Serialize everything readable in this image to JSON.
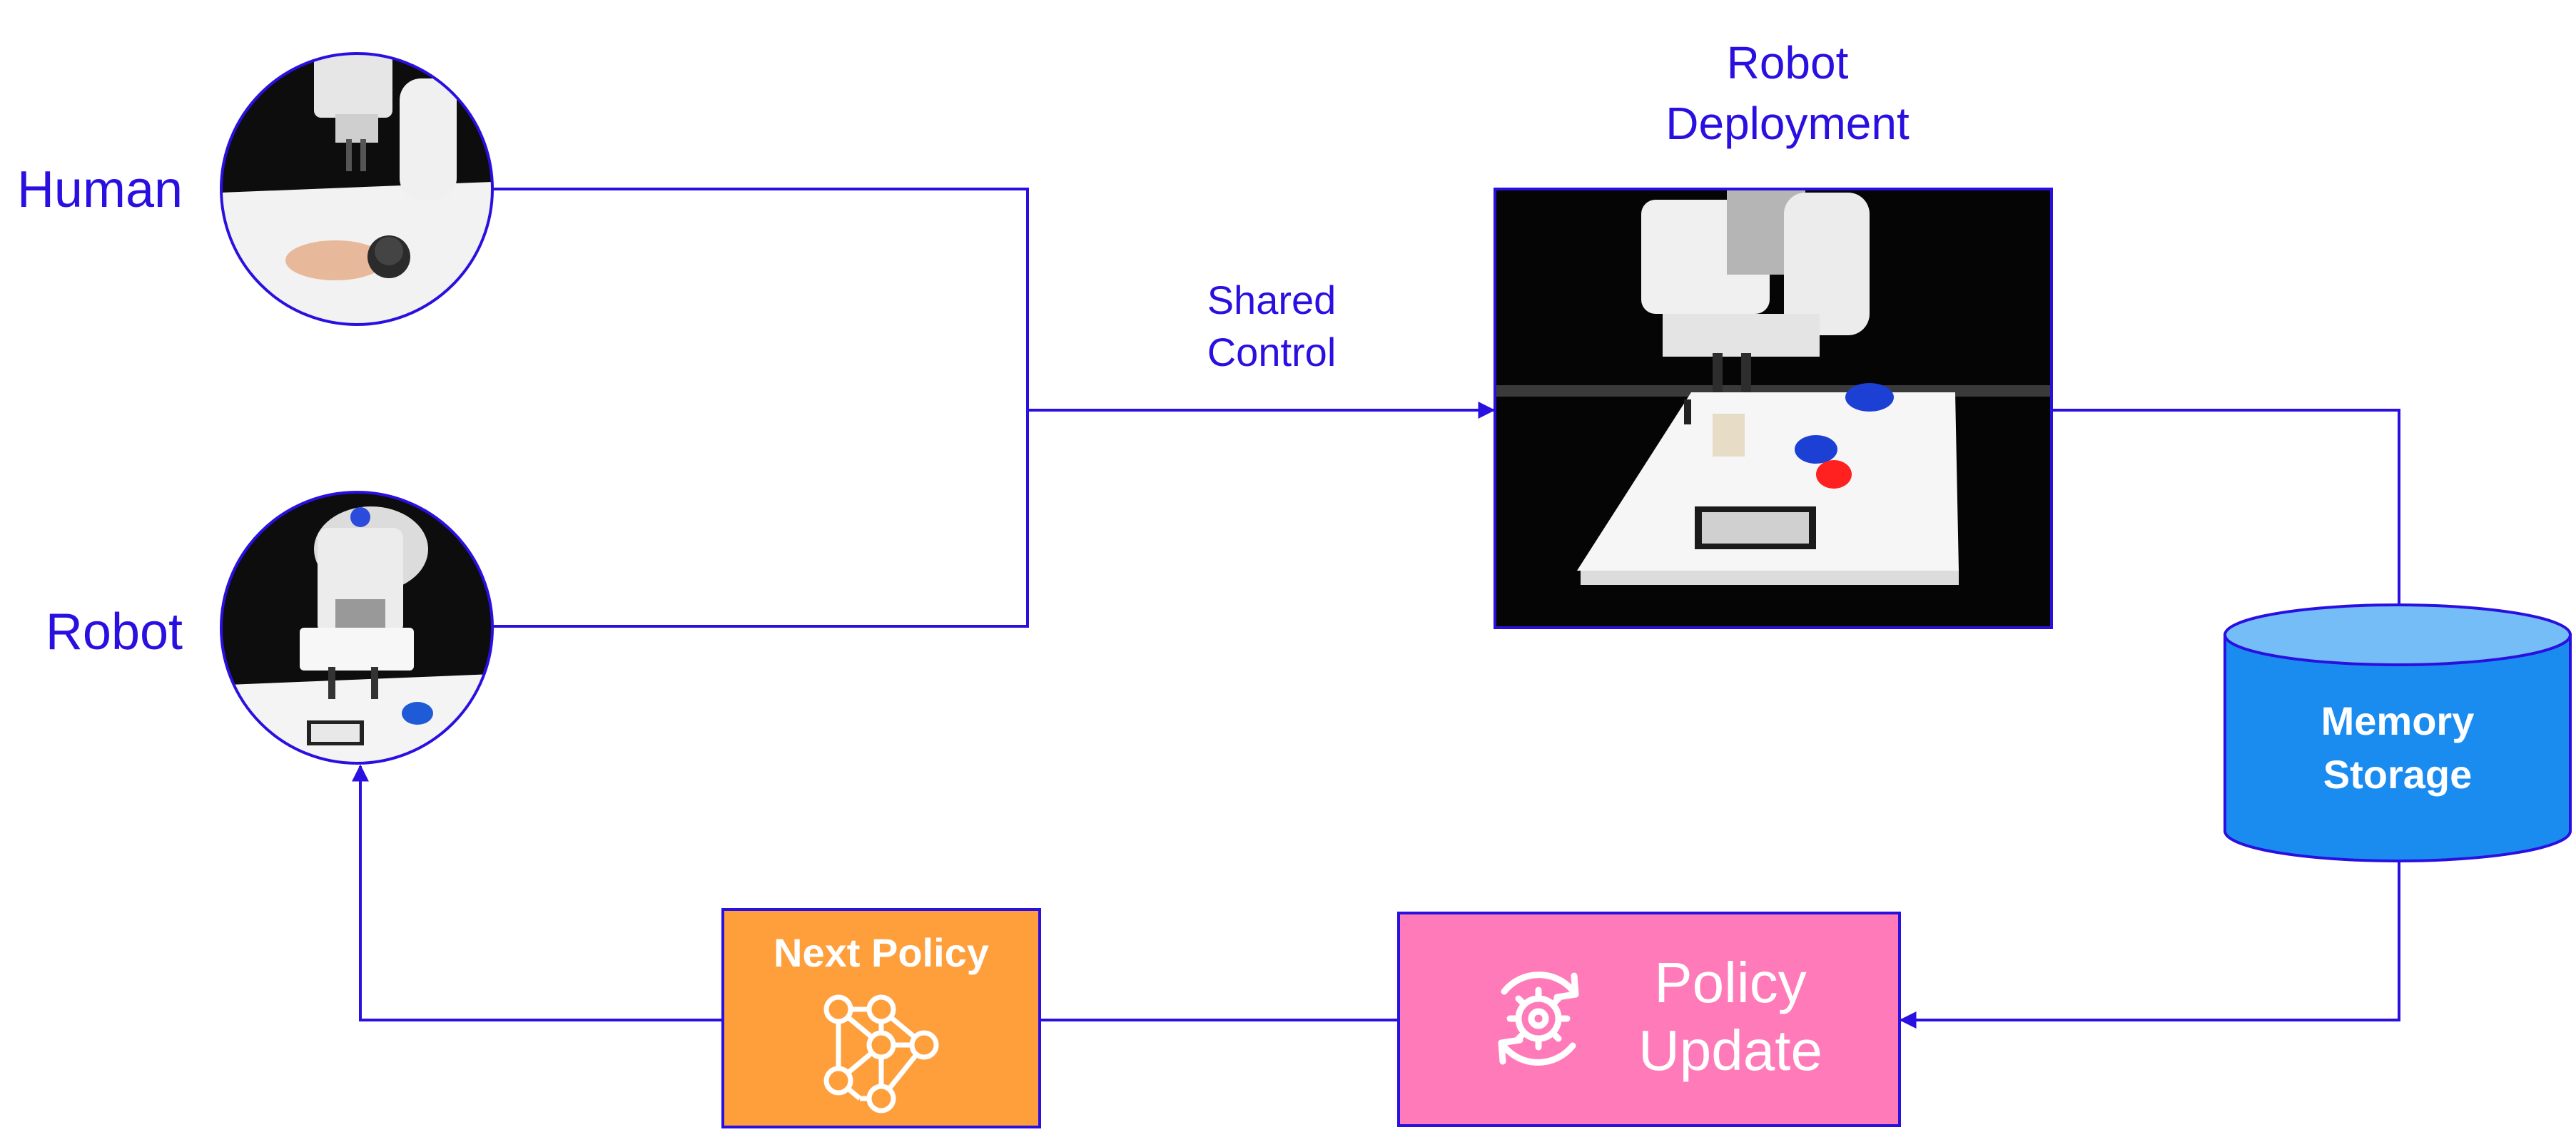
{
  "labels": {
    "human": "Human",
    "robot": "Robot",
    "robot_deployment_line1": "Robot",
    "robot_deployment_line2": "Deployment",
    "shared_control_line1": "Shared",
    "shared_control_line2": "Control",
    "memory_storage_line1": "Memory",
    "memory_storage_line2": "Storage",
    "policy_update_line1": "Policy",
    "policy_update_line2": "Update",
    "next_policy": "Next Policy"
  },
  "icons": {
    "policy_update": "gear-cycle-icon",
    "next_policy": "neural-network-icon",
    "memory_storage": "database-cylinder"
  },
  "colors": {
    "line": "#2a10e0",
    "text": "#2a10e0",
    "memory_fill": "#1a8cf0",
    "memory_top": "#74bdf7",
    "policy_update_fill": "#ff7ab8",
    "next_policy_fill": "#ff9f3c"
  }
}
